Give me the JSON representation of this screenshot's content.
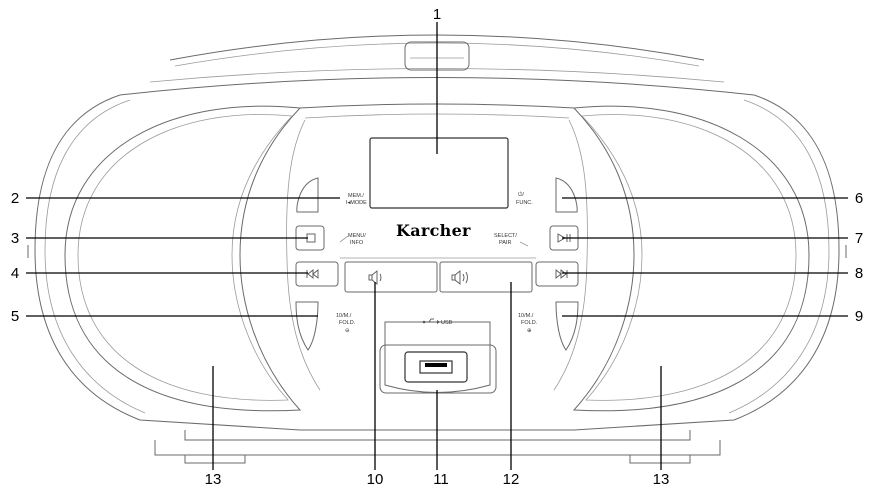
{
  "brand": "Karcher",
  "labels": {
    "mem_mode": [
      "MEM./",
      "I◂MODE"
    ],
    "power_func": [
      "⏻/",
      "FUNC."
    ],
    "menu_info": [
      "MENU/",
      "INFO"
    ],
    "select_pair": [
      "SELECT/",
      "PAIR"
    ],
    "fold_minus": [
      "10/M./",
      "FOLD.",
      "⊖"
    ],
    "fold_plus": [
      "10/M./",
      "FOLD.",
      "⊕"
    ],
    "usb": "USB"
  },
  "callouts": [
    "1",
    "2",
    "3",
    "4",
    "5",
    "6",
    "7",
    "8",
    "9",
    "10",
    "11",
    "12",
    "13",
    "13"
  ],
  "icons": {
    "stop": "stop-icon",
    "play_pause": "play-pause-icon",
    "prev": "skip-previous-icon",
    "next": "skip-next-icon",
    "vol_down": "volume-down-icon",
    "vol_up": "volume-up-icon",
    "usb": "usb-icon"
  }
}
